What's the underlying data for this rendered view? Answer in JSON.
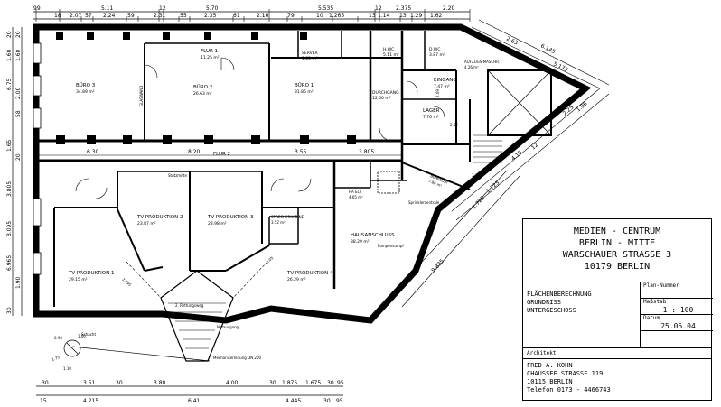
{
  "title_block": {
    "project_lines": [
      "MEDIEN - CENTRUM",
      "BERLIN - MITTE",
      "WARSCHAUER STRASSE 3",
      "10179 BERLIN"
    ],
    "plan_lines": [
      "FLÄCHENBERECHNUNG",
      "GRUNDRISS",
      "UNTERGESCHOSS"
    ],
    "plan_number_label": "Plan-Nummer",
    "scale_label": "Maßstab",
    "scale_value": "1 : 100",
    "date_label": "Datum",
    "date_value": "25.05.04",
    "architect_label": "Architekt",
    "architect_lines": [
      "FRED A. KOHN",
      "CHAUSSEE STRASSE 119",
      "10115 BERLIN",
      "Telefon 0173 - 4466743"
    ]
  },
  "rooms": [
    {
      "name": "BÜRO 3",
      "area": "34.89 m²"
    },
    {
      "name": "BÜRO 2",
      "area": "26.63 m²"
    },
    {
      "name": "BÜRO 1",
      "area": "31.86 m²"
    },
    {
      "name": "FLUR 1",
      "area": "11.25 m²"
    },
    {
      "name": "SERVER",
      "area": "1.33 m²"
    },
    {
      "name": "H.WC",
      "area": "5.11 m²"
    },
    {
      "name": "D.WC",
      "area": "3.87 m²"
    },
    {
      "name": "AUFZUGS-MASCHR.",
      "area": "4.26 m²"
    },
    {
      "name": "EINGANG",
      "area": "7.47 m²"
    },
    {
      "name": "DURCHGANG",
      "area": "12.50 m²"
    },
    {
      "name": "LAGER",
      "area": "7.76 m²"
    },
    {
      "name": "FLUR 2",
      "area": "39.35 m²"
    },
    {
      "name": "TV PRODUKTION 2",
      "area": "23.87 m²"
    },
    {
      "name": "TV PRODUKTION 3",
      "area": "23.98 m²"
    },
    {
      "name": "TV PRODUKTION 1",
      "area": "29.15 m²"
    },
    {
      "name": "TV PRODUKTION 4",
      "area": "26.29 m²"
    },
    {
      "name": "HAUSANSCHLUSS",
      "area": "38.29 m²"
    },
    {
      "name": "HA ELT",
      "area": "4.65 m²"
    },
    {
      "name": "SPRECHERKABINE",
      "area": "3.52 m²"
    },
    {
      "name": "BEHELLER",
      "area": "7.86 m²"
    }
  ],
  "annotations": {
    "glaswand": "GLASWAND",
    "schacht": "Schacht",
    "mechanical_line": "Mechaniserleitung DN 200",
    "rettungsweg": "2. Rettungsweg",
    "pumpensumpf": "Pumpensumpf",
    "notausgang": "Notausgang",
    "stuetzen": "Stutzmitte",
    "sprinkler": "Sprinklerzentrale"
  },
  "dimensions": {
    "top_row1": [
      "99",
      "5.11",
      "12",
      "5.70",
      "5.535",
      "12",
      "2.375",
      "2.20"
    ],
    "top_row2": [
      "18",
      "2.07",
      "57",
      "2.24",
      "59",
      "2.31",
      "55",
      "2.35",
      "61",
      "2.16",
      "79",
      "10",
      "1.265",
      "13",
      "1.14",
      "13",
      "1.29",
      "1.62"
    ],
    "flur2_row": [
      "6.30",
      "8.20",
      "3.55",
      "3.805"
    ],
    "bottom_row1": [
      "30",
      "3.51",
      "30",
      "3.80",
      "4.00",
      "30",
      "1.875",
      "1.675",
      "30",
      "95"
    ],
    "bottom_row2": [
      "15",
      "4.215",
      "6.41",
      "4.445",
      "30",
      "95"
    ],
    "left_col": [
      "20",
      "1.60",
      "1.60",
      "20",
      "6.75",
      "2.00",
      "58",
      "1.65",
      "20",
      "3.805",
      "3.095",
      "6.965",
      "30",
      "1.90"
    ],
    "diag_right": [
      "2.63",
      "6.145",
      "5.175",
      "2.25",
      "1.96",
      "4.18",
      "1.725",
      "12"
    ],
    "diag_long": [
      "9.835",
      "1.725"
    ],
    "misc": [
      "0.90",
      "1.00",
      "1.75",
      "1.10",
      "2.795",
      "6.05",
      "2.09",
      "3.75",
      "2.66"
    ]
  }
}
